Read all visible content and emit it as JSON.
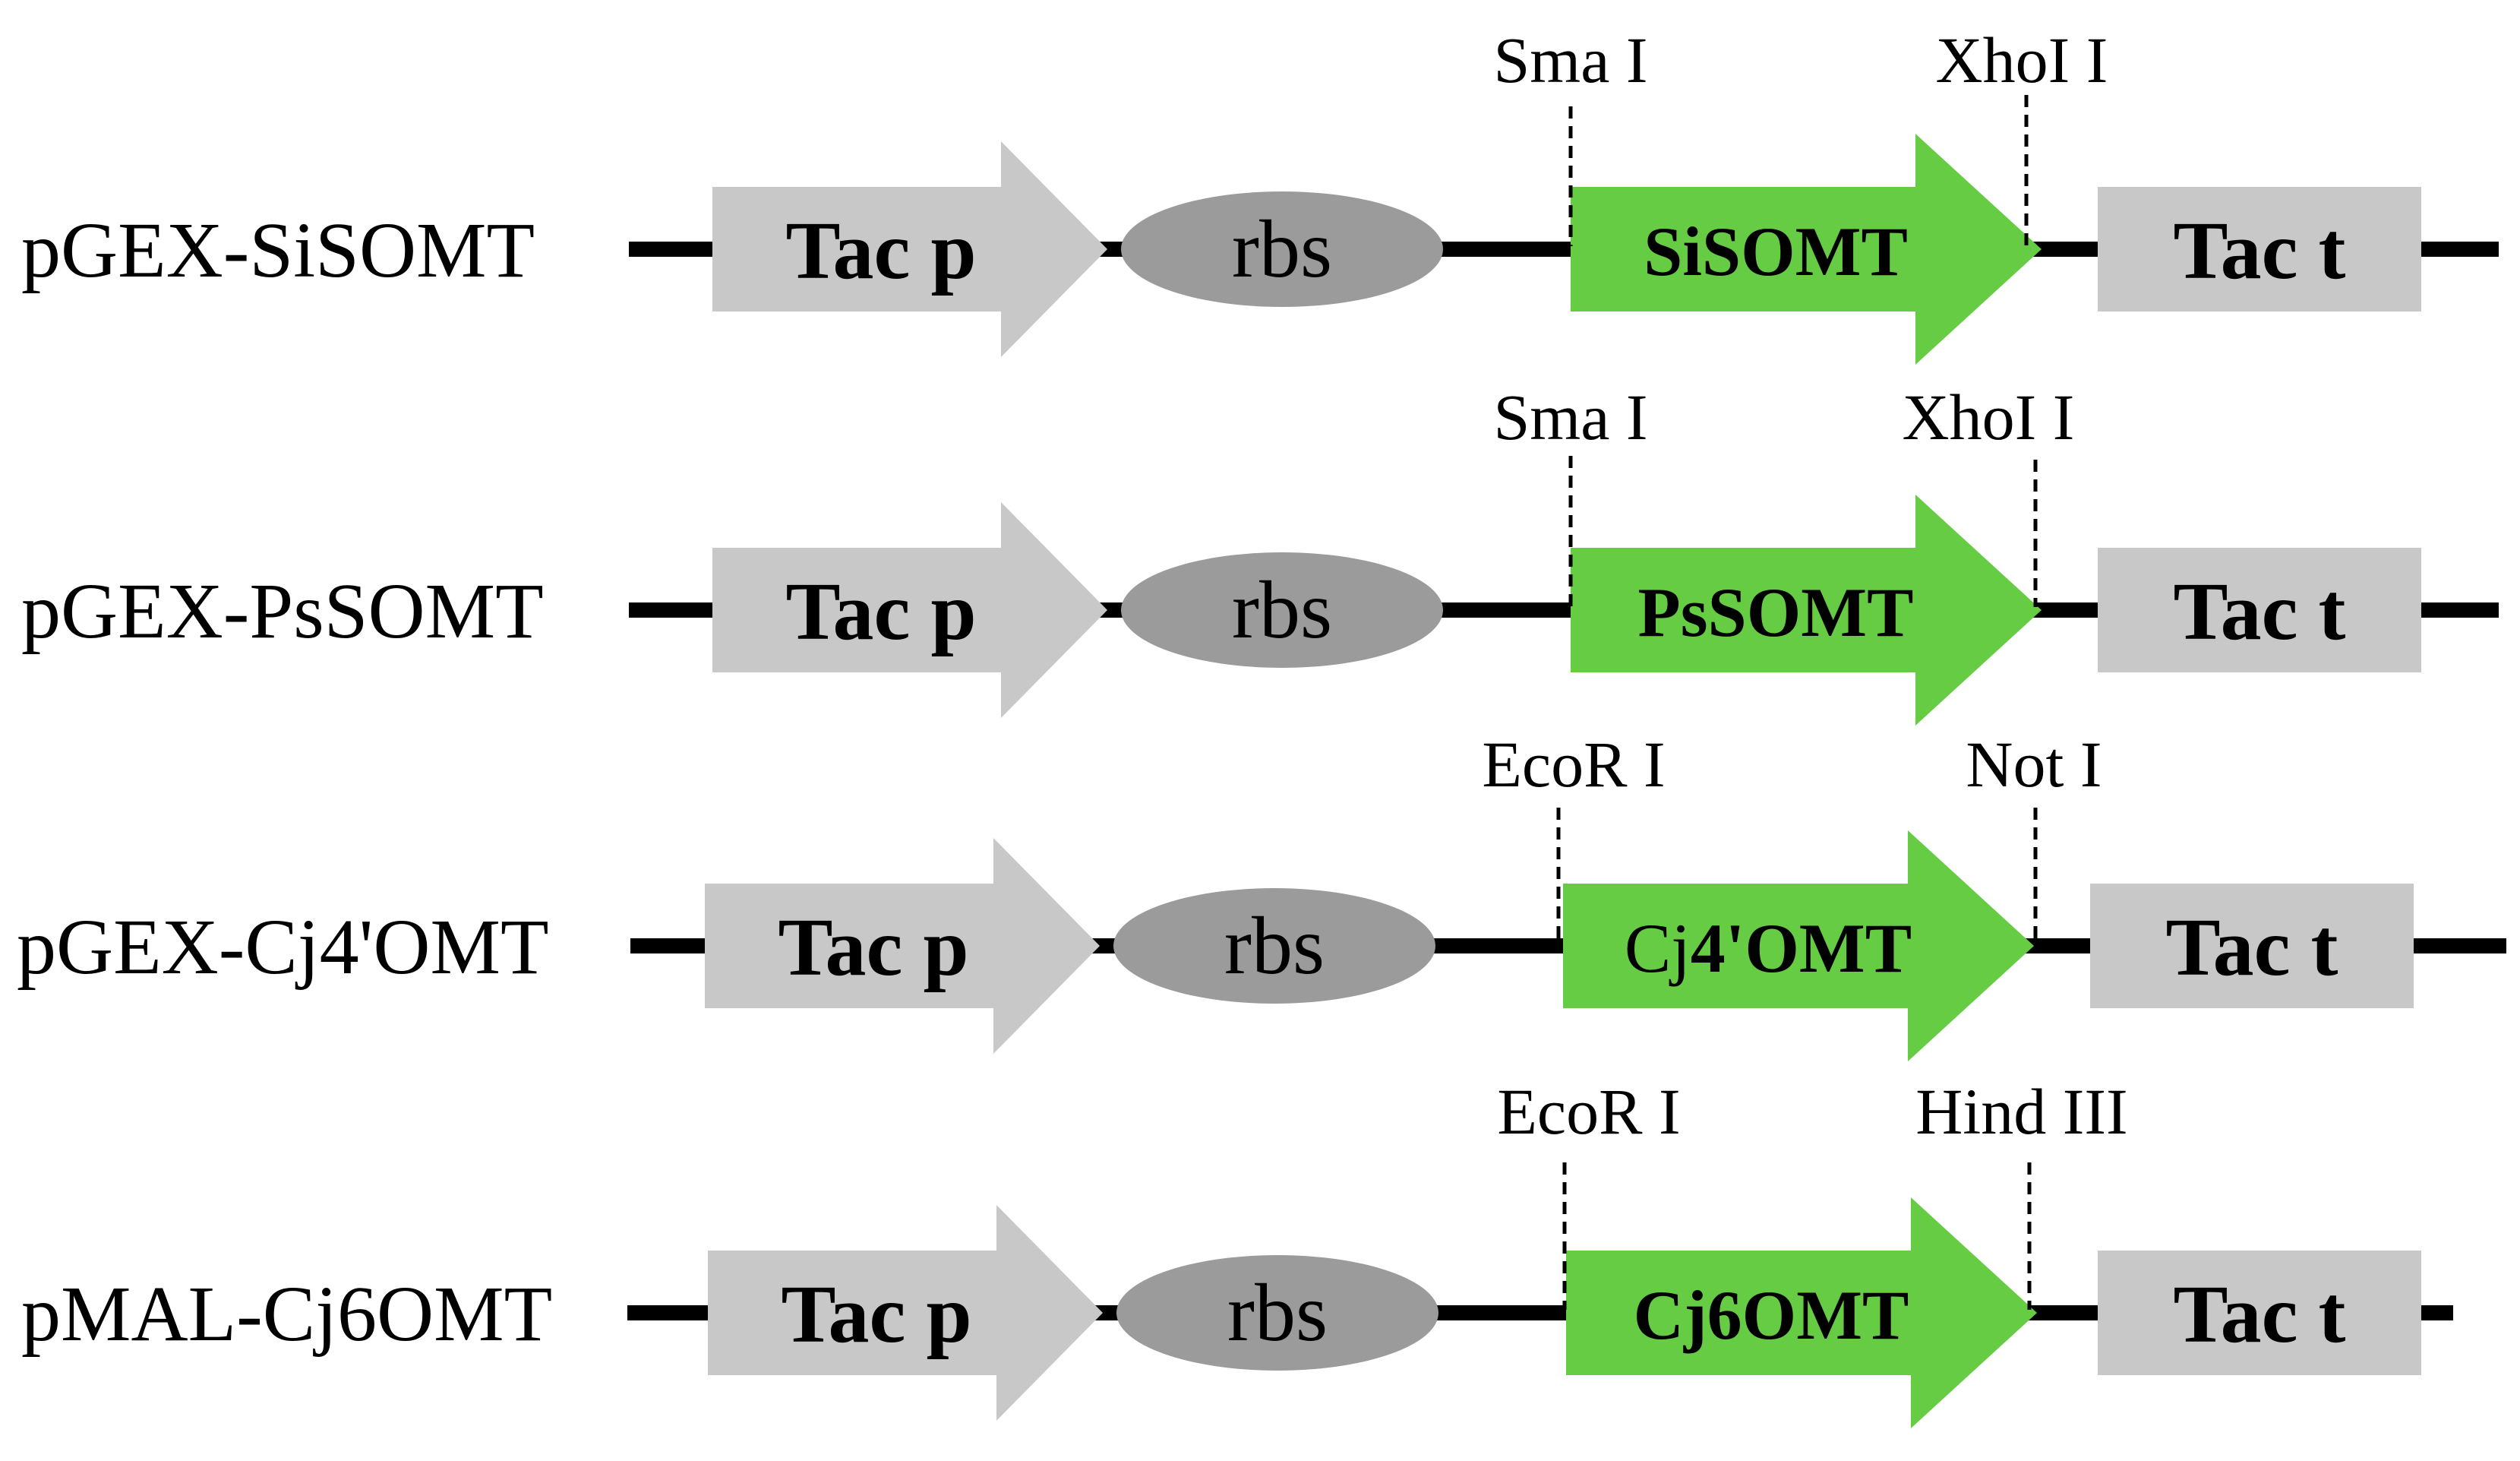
{
  "colors": {
    "promoter": "#c8c8c8",
    "rbs": "#9b9b9b",
    "gene": "#66cc44",
    "terminator": "#c8c8c8",
    "backbone": "#000000"
  },
  "constructs": [
    {
      "name": "pGEX-SiSOMT",
      "promoter": "Tac p",
      "rbs": "rbs",
      "gene": [
        {
          "text": "SiSOMT",
          "bold": true
        }
      ],
      "terminator": "Tac t",
      "site_left": "Sma I",
      "site_right": "XhoI I"
    },
    {
      "name": "pGEX-PsSOMT",
      "promoter": "Tac p",
      "rbs": "rbs",
      "gene": [
        {
          "text": "PsSOMT",
          "bold": true
        }
      ],
      "terminator": "Tac t",
      "site_left": "Sma I",
      "site_right": "XhoI I"
    },
    {
      "name": "pGEX-Cj4'OMT",
      "promoter": "Tac p",
      "rbs": "rbs",
      "gene": [
        {
          "text": "Cj",
          "bold": false
        },
        {
          "text": "4'OMT",
          "bold": true
        }
      ],
      "terminator": "Tac t",
      "site_left": "EcoR I",
      "site_right": "Not I"
    },
    {
      "name": "pMAL-Cj6OMT",
      "promoter": "Tac p",
      "rbs": "rbs",
      "gene": [
        {
          "text": "Cj6OMT",
          "bold": true
        }
      ],
      "terminator": "Tac t",
      "site_left": "EcoR I",
      "site_right": "Hind III"
    }
  ]
}
